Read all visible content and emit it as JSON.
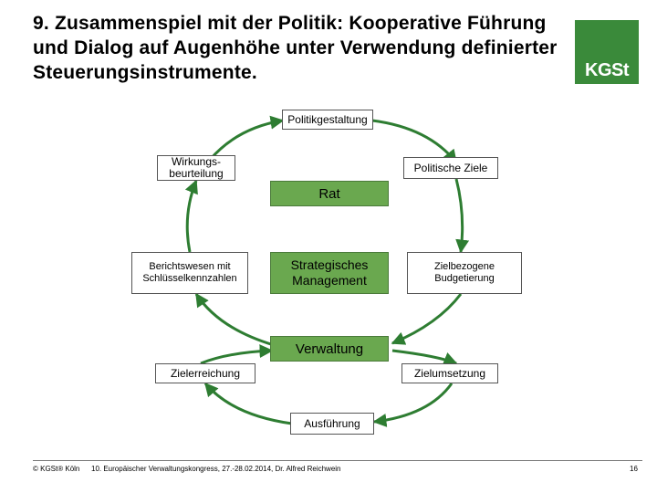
{
  "title": "9. Zusammenspiel mit der Politik: Kooperative Führung und Dialog auf Augenhöhe unter Verwendung definierter Steuerungsinstrumente.",
  "logo": {
    "text": "KGSt",
    "color": "#3a8a3a"
  },
  "nodes": {
    "politikgestaltung": "Politikgestaltung",
    "wirkungsbeurteilung": "Wirkungs-\nbeurteilung",
    "politische_ziele": "Politische Ziele",
    "rat": "Rat",
    "berichtswesen": "Berichtswesen mit Schlüsselkennzahlen",
    "strategisches_management": "Strategisches Management",
    "zielbezogene_budgetierung": "Zielbezogene Budgetierung",
    "verwaltung": "Verwaltung",
    "zielerreichung": "Zielerreichung",
    "zielumsetzung": "Zielumsetzung",
    "ausfuehrung": "Ausführung"
  },
  "colors": {
    "accent_green": "#6aa84f",
    "arrow_green": "#2e7d32"
  },
  "footer": {
    "copyright": "© KGSt® Köln",
    "event": "10. Europäischer Verwaltungskongress, 27.-28.02.2014, Dr. Alfred Reichwein",
    "page": "16"
  }
}
